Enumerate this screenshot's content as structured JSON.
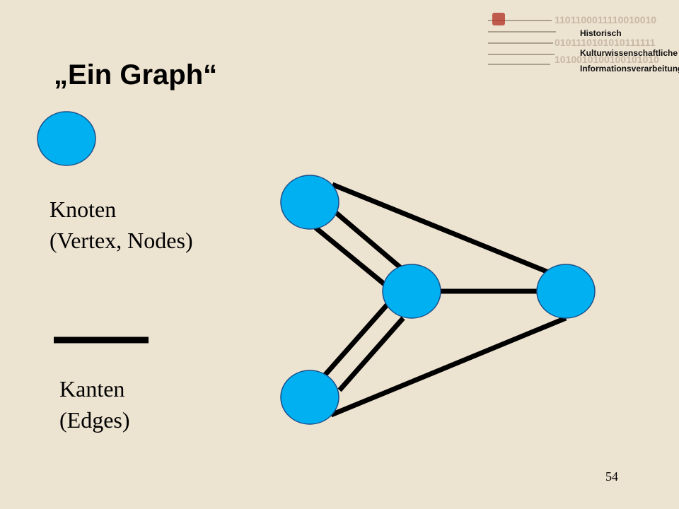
{
  "slide": {
    "title": "„Ein Graph“",
    "page_number": "54"
  },
  "legend": {
    "vertex_label_line1": "Knoten",
    "vertex_label_line2": "(Vertex, Nodes)",
    "edge_label_line1": "Kanten",
    "edge_label_line2": "(Edges)"
  },
  "logo": {
    "bits": [
      "1101100011110010010",
      "0101110101010111111",
      "1010010100100101010"
    ],
    "words": [
      "Historisch",
      "Kulturwissenschaftliche",
      "Informationsverarbeitung"
    ]
  },
  "colors": {
    "background": "#ede3d1",
    "node_fill": "#00b0f0",
    "edge": "#000000"
  }
}
